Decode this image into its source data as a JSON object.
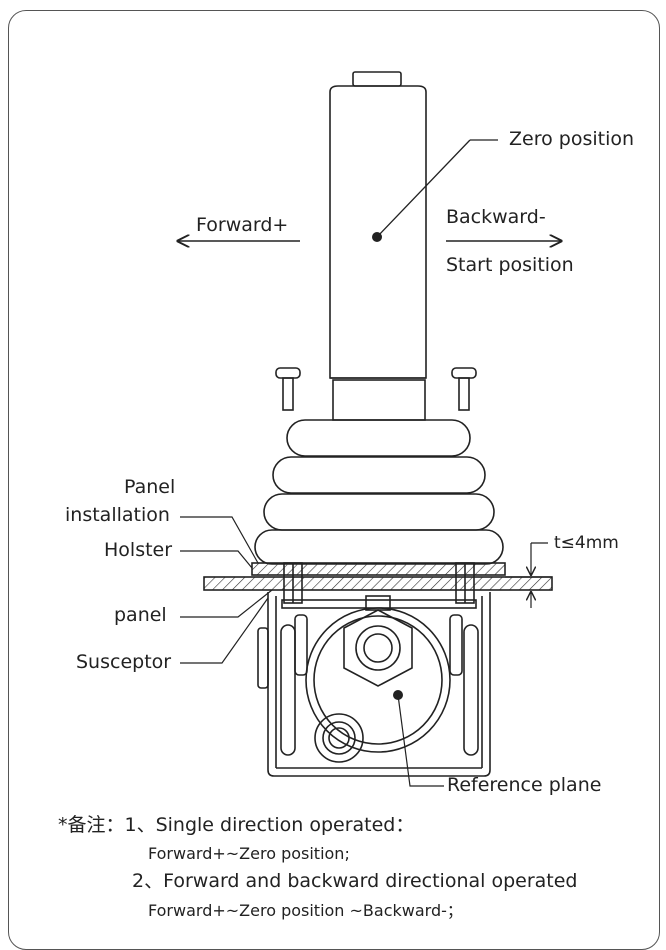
{
  "labels": {
    "zero_position": "Zero position",
    "forward": "Forward+",
    "backward": "Backward-",
    "start_position": "Start position",
    "panel_installation_1": "Panel",
    "panel_installation_2": "installation",
    "holster": "Holster",
    "panel": "panel",
    "susceptor": "Susceptor",
    "thickness": "t≤4mm",
    "reference_plane": "Reference plane"
  },
  "notes": {
    "prefix": "*备注：1、Single direction operated：",
    "line1b": "Forward+~Zero position;",
    "line2a": "2、Forward and backward directional operated",
    "line2b": "Forward+~Zero position ~Backward-；"
  }
}
